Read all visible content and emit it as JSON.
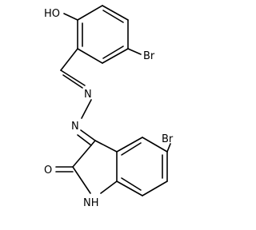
{
  "labels": {
    "hydroxyl": "HO",
    "bromo_top": "Br",
    "imine_n": "N",
    "hydrazone_n": "N",
    "bromo_bottom": "Br",
    "carbonyl_o": "O",
    "amine_nh": "NH"
  },
  "colors": {
    "bond": "#000000",
    "background": "#ffffff"
  }
}
